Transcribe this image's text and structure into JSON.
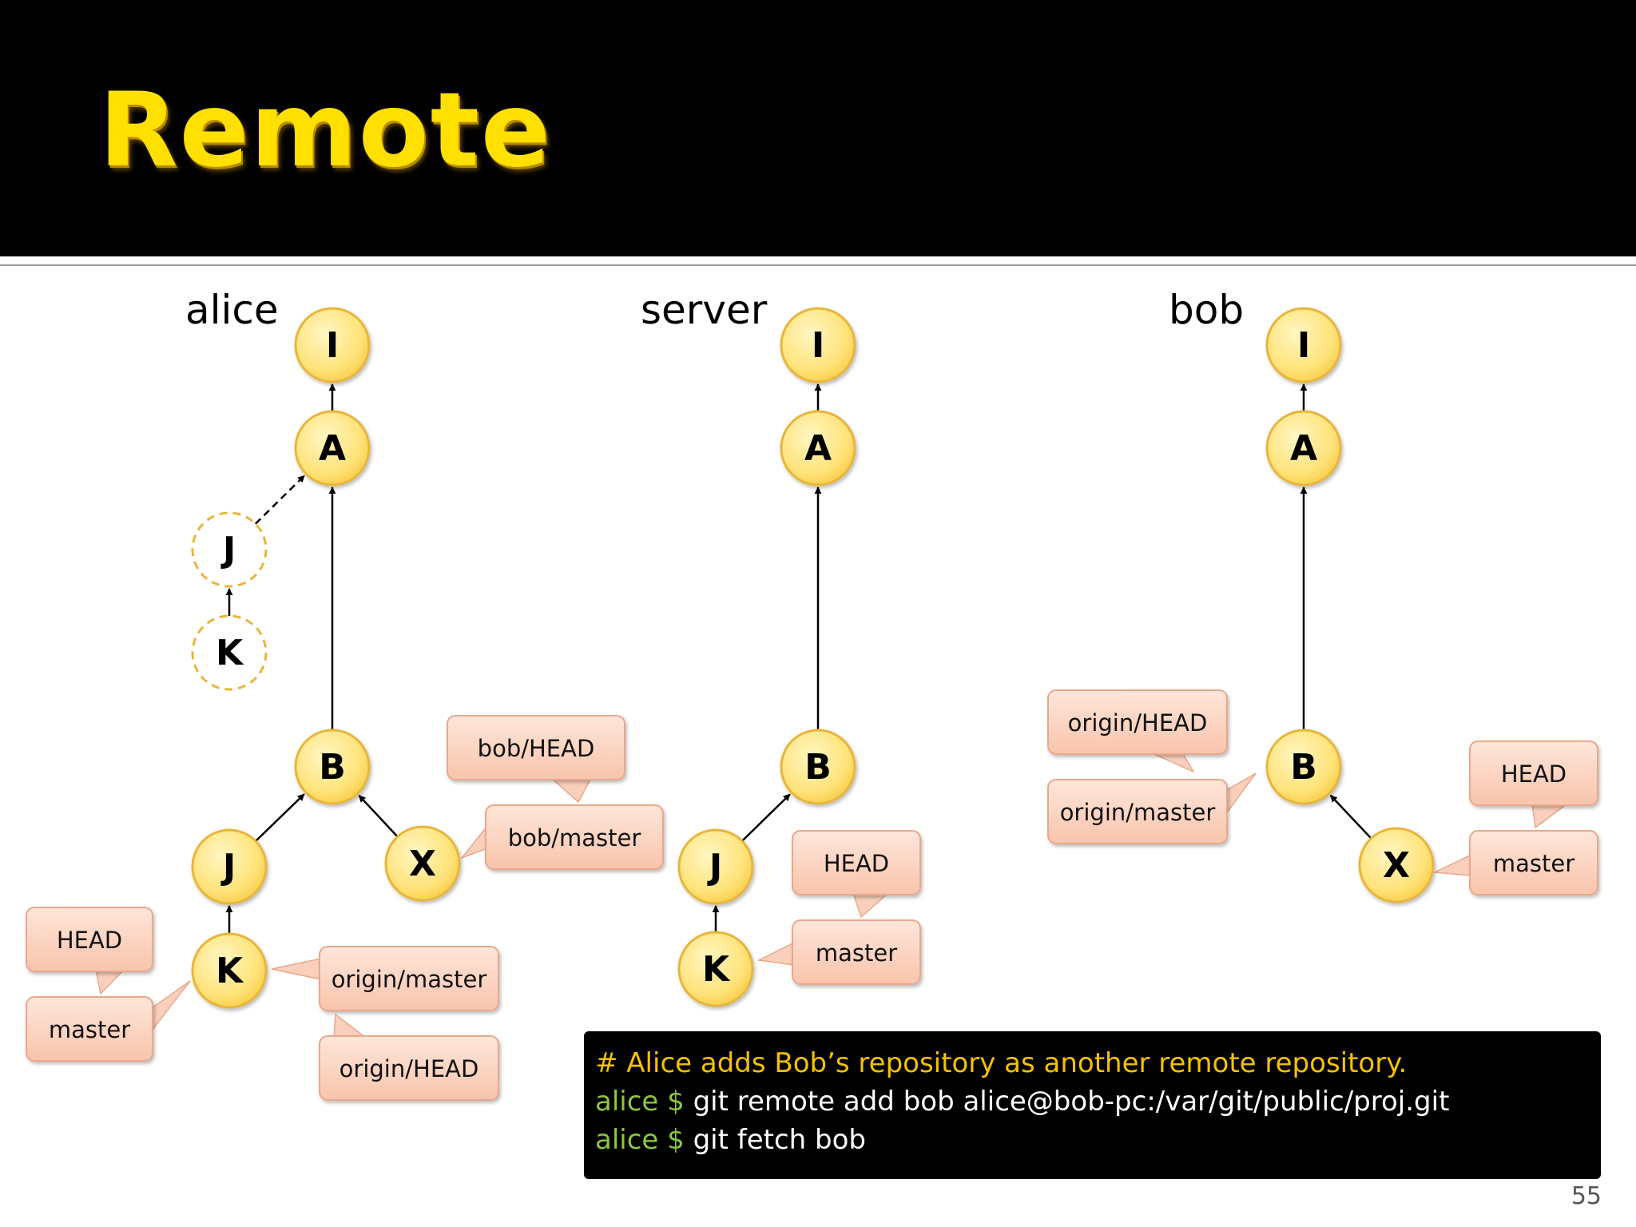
{
  "slide": {
    "title": "Remote",
    "page_number": "55"
  },
  "colors": {
    "title": "#FFE000",
    "commit_fill": "#FFE37A",
    "commit_border": "#E9B53A",
    "label_fill": "#FCD7C4",
    "label_border": "#E9A88C",
    "comment_text": "#F5C200",
    "prompt_text": "#8CC63F"
  },
  "repos": [
    {
      "name": "alice",
      "commits": [
        {
          "id": "a-I",
          "label": "I",
          "ghost": false
        },
        {
          "id": "a-A",
          "label": "A",
          "ghost": false
        },
        {
          "id": "a-Jghost",
          "label": "J",
          "ghost": true
        },
        {
          "id": "a-Kghost",
          "label": "K",
          "ghost": true
        },
        {
          "id": "a-B",
          "label": "B",
          "ghost": false
        },
        {
          "id": "a-J",
          "label": "J",
          "ghost": false
        },
        {
          "id": "a-K",
          "label": "K",
          "ghost": false
        },
        {
          "id": "a-X",
          "label": "X",
          "ghost": false
        }
      ],
      "edges": [
        {
          "from": "a-A",
          "to": "a-I",
          "dashed": false
        },
        {
          "from": "a-B",
          "to": "a-A",
          "dashed": false
        },
        {
          "from": "a-Jghost",
          "to": "a-A",
          "dashed": true
        },
        {
          "from": "a-Kghost",
          "to": "a-Jghost",
          "dashed": false
        },
        {
          "from": "a-J",
          "to": "a-B",
          "dashed": false
        },
        {
          "from": "a-X",
          "to": "a-B",
          "dashed": false
        },
        {
          "from": "a-K",
          "to": "a-J",
          "dashed": false
        }
      ],
      "refs": [
        {
          "id": "a-head",
          "text": "HEAD"
        },
        {
          "id": "a-master",
          "text": "master"
        },
        {
          "id": "a-origin-master",
          "text": "origin/master"
        },
        {
          "id": "a-origin-head",
          "text": "origin/HEAD"
        },
        {
          "id": "a-bob-head",
          "text": "bob/HEAD"
        },
        {
          "id": "a-bob-master",
          "text": "bob/master"
        }
      ]
    },
    {
      "name": "server",
      "commits": [
        {
          "id": "s-I",
          "label": "I",
          "ghost": false
        },
        {
          "id": "s-A",
          "label": "A",
          "ghost": false
        },
        {
          "id": "s-B",
          "label": "B",
          "ghost": false
        },
        {
          "id": "s-J",
          "label": "J",
          "ghost": false
        },
        {
          "id": "s-K",
          "label": "K",
          "ghost": false
        }
      ],
      "edges": [
        {
          "from": "s-A",
          "to": "s-I",
          "dashed": false
        },
        {
          "from": "s-B",
          "to": "s-A",
          "dashed": false
        },
        {
          "from": "s-J",
          "to": "s-B",
          "dashed": false
        },
        {
          "from": "s-K",
          "to": "s-J",
          "dashed": false
        }
      ],
      "refs": [
        {
          "id": "s-head",
          "text": "HEAD"
        },
        {
          "id": "s-master",
          "text": "master"
        }
      ]
    },
    {
      "name": "bob",
      "commits": [
        {
          "id": "b-I",
          "label": "I",
          "ghost": false
        },
        {
          "id": "b-A",
          "label": "A",
          "ghost": false
        },
        {
          "id": "b-B",
          "label": "B",
          "ghost": false
        },
        {
          "id": "b-X",
          "label": "X",
          "ghost": false
        }
      ],
      "edges": [
        {
          "from": "b-A",
          "to": "b-I",
          "dashed": false
        },
        {
          "from": "b-B",
          "to": "b-A",
          "dashed": false
        },
        {
          "from": "b-X",
          "to": "b-B",
          "dashed": false
        }
      ],
      "refs": [
        {
          "id": "b-origin-head",
          "text": "origin/HEAD"
        },
        {
          "id": "b-origin-master",
          "text": "origin/master"
        },
        {
          "id": "b-head",
          "text": "HEAD"
        },
        {
          "id": "b-master",
          "text": "master"
        }
      ]
    }
  ],
  "commands": {
    "comment": "# Alice adds Bob’s repository as another remote repository.",
    "lines": [
      {
        "prompt": "alice $",
        "command": "git remote add bob alice@bob-pc:/var/git/public/proj.git"
      },
      {
        "prompt": "alice $",
        "command": "git fetch bob"
      }
    ]
  }
}
